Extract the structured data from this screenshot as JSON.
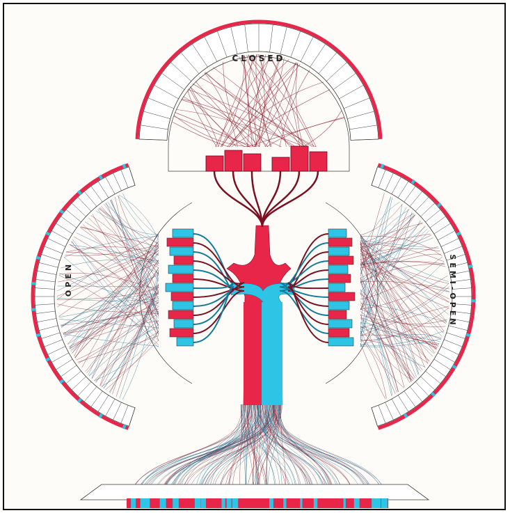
{
  "diagram": {
    "sections": {
      "closed": "CLOSED",
      "open": "OPEN",
      "semi_open": "SEMI-OPEN"
    },
    "colors": {
      "red": "#e8264a",
      "blue": "#2ec4e6",
      "dark_red": "#8a1a2a",
      "dark_blue": "#1f6f94",
      "outline": "#3a3a3a",
      "background": "#fdfcf8"
    },
    "counts": {
      "closed_bars": 6,
      "open_bars": 13,
      "semi_open_bars": 13
    }
  }
}
